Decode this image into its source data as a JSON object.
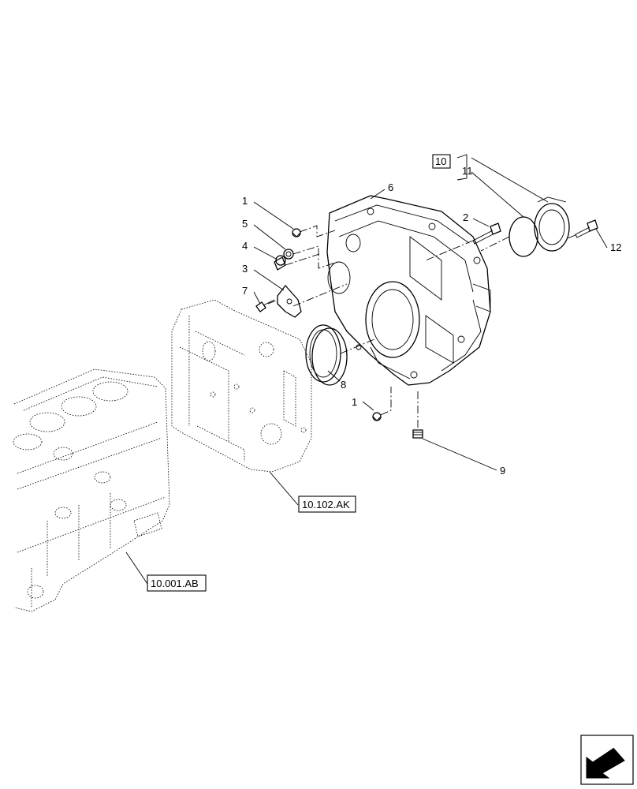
{
  "callouts": {
    "c1a": "1",
    "c1b": "1",
    "c2": "2",
    "c3": "3",
    "c4": "4",
    "c5": "5",
    "c6": "6",
    "c7": "7",
    "c8": "8",
    "c9": "9",
    "c10": "10",
    "c11": "11",
    "c12": "12"
  },
  "references": {
    "timing_case": "10.102.AK",
    "engine_block": "10.001.AB"
  },
  "icons": {
    "navigation": "arrow-icon"
  }
}
